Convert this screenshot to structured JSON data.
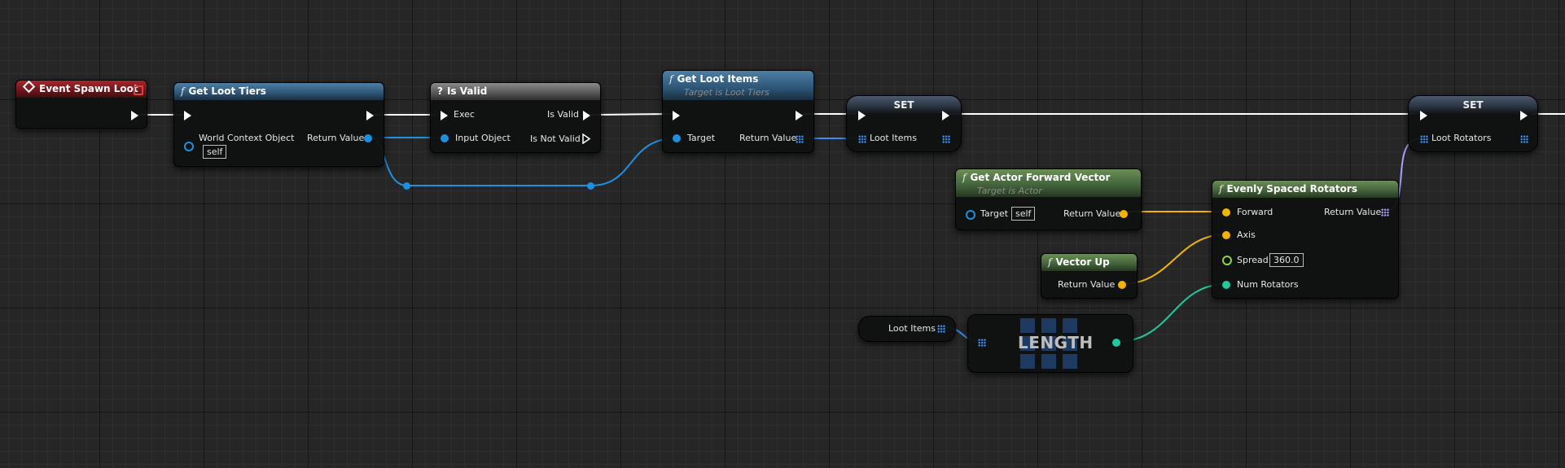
{
  "colors": {
    "exec": "#ffffff",
    "object": "#1e90e0",
    "array": "#3a8ff0",
    "vector": "#f1b400",
    "integer": "#20c9a0",
    "float": "#8fd34a"
  },
  "nodes": {
    "event_spawn_loot": {
      "title": "Event Spawn Loot"
    },
    "get_loot_tiers": {
      "title": "Get Loot Tiers",
      "world_context": "World Context Object",
      "world_context_value": "self",
      "return_value": "Return Value"
    },
    "is_valid": {
      "title": "Is Valid",
      "exec": "Exec",
      "is_valid": "Is Valid",
      "input_object": "Input Object",
      "is_not_valid": "Is Not Valid"
    },
    "get_loot_items": {
      "title": "Get Loot Items",
      "subtitle": "Target is Loot Tiers",
      "target": "Target",
      "return_value": "Return Value"
    },
    "set_loot_items": {
      "title": "SET",
      "var": "Loot Items"
    },
    "set_loot_rotators": {
      "title": "SET",
      "var": "Loot Rotators"
    },
    "get_actor_forward_vector": {
      "title": "Get Actor Forward Vector",
      "subtitle": "Target is Actor",
      "target": "Target",
      "target_value": "self",
      "return_value": "Return Value"
    },
    "vector_up": {
      "title": "Vector Up",
      "return_value": "Return Value"
    },
    "loot_items_getter": {
      "label": "Loot Items"
    },
    "length": {
      "label": "LENGTH"
    },
    "evenly_spaced_rotators": {
      "title": "Evenly Spaced Rotators",
      "forward": "Forward",
      "return_value": "Return Value",
      "axis": "Axis",
      "spread": "Spread",
      "spread_value": "360.0",
      "num_rotators": "Num Rotators"
    }
  }
}
